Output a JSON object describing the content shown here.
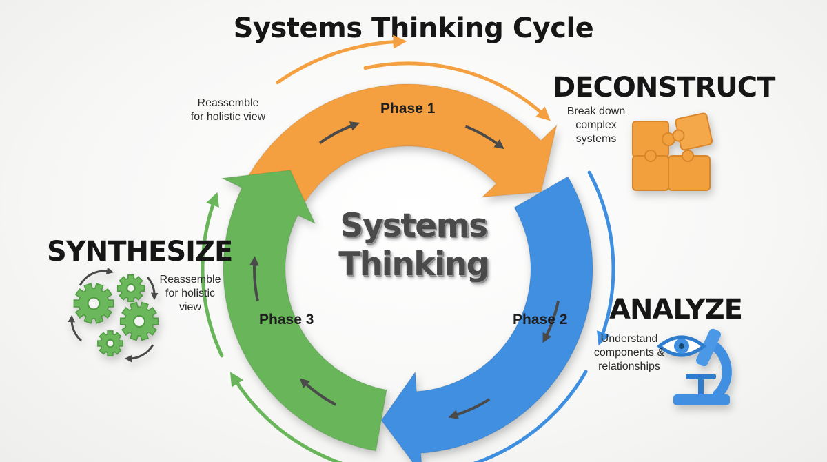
{
  "title": "Systems Thinking Cycle",
  "center_label": [
    "Systems",
    "Thinking"
  ],
  "phases": [
    {
      "label": "Phase 1",
      "color": "#F5A040"
    },
    {
      "label": "Phase 2",
      "color": "#3F8FE0"
    },
    {
      "label": "Phase 3",
      "color": "#68B55A"
    }
  ],
  "stages": {
    "deconstruct": {
      "heading": "DECONSTRUCT",
      "description": [
        "Break down",
        "complex",
        "systems"
      ],
      "icon": "puzzle-icon"
    },
    "analyze": {
      "heading": "ANALYZE",
      "description": [
        "Understand",
        "components &",
        "relationships"
      ],
      "icon": "microscope-eye-icon"
    },
    "synthesize": {
      "heading": "SYNTHESIZE",
      "description": [
        "Reassemble",
        "for holistic",
        "view"
      ],
      "icon": "gears-icon"
    }
  },
  "top_left_note": [
    "Reassemble",
    "for holistic view"
  ]
}
